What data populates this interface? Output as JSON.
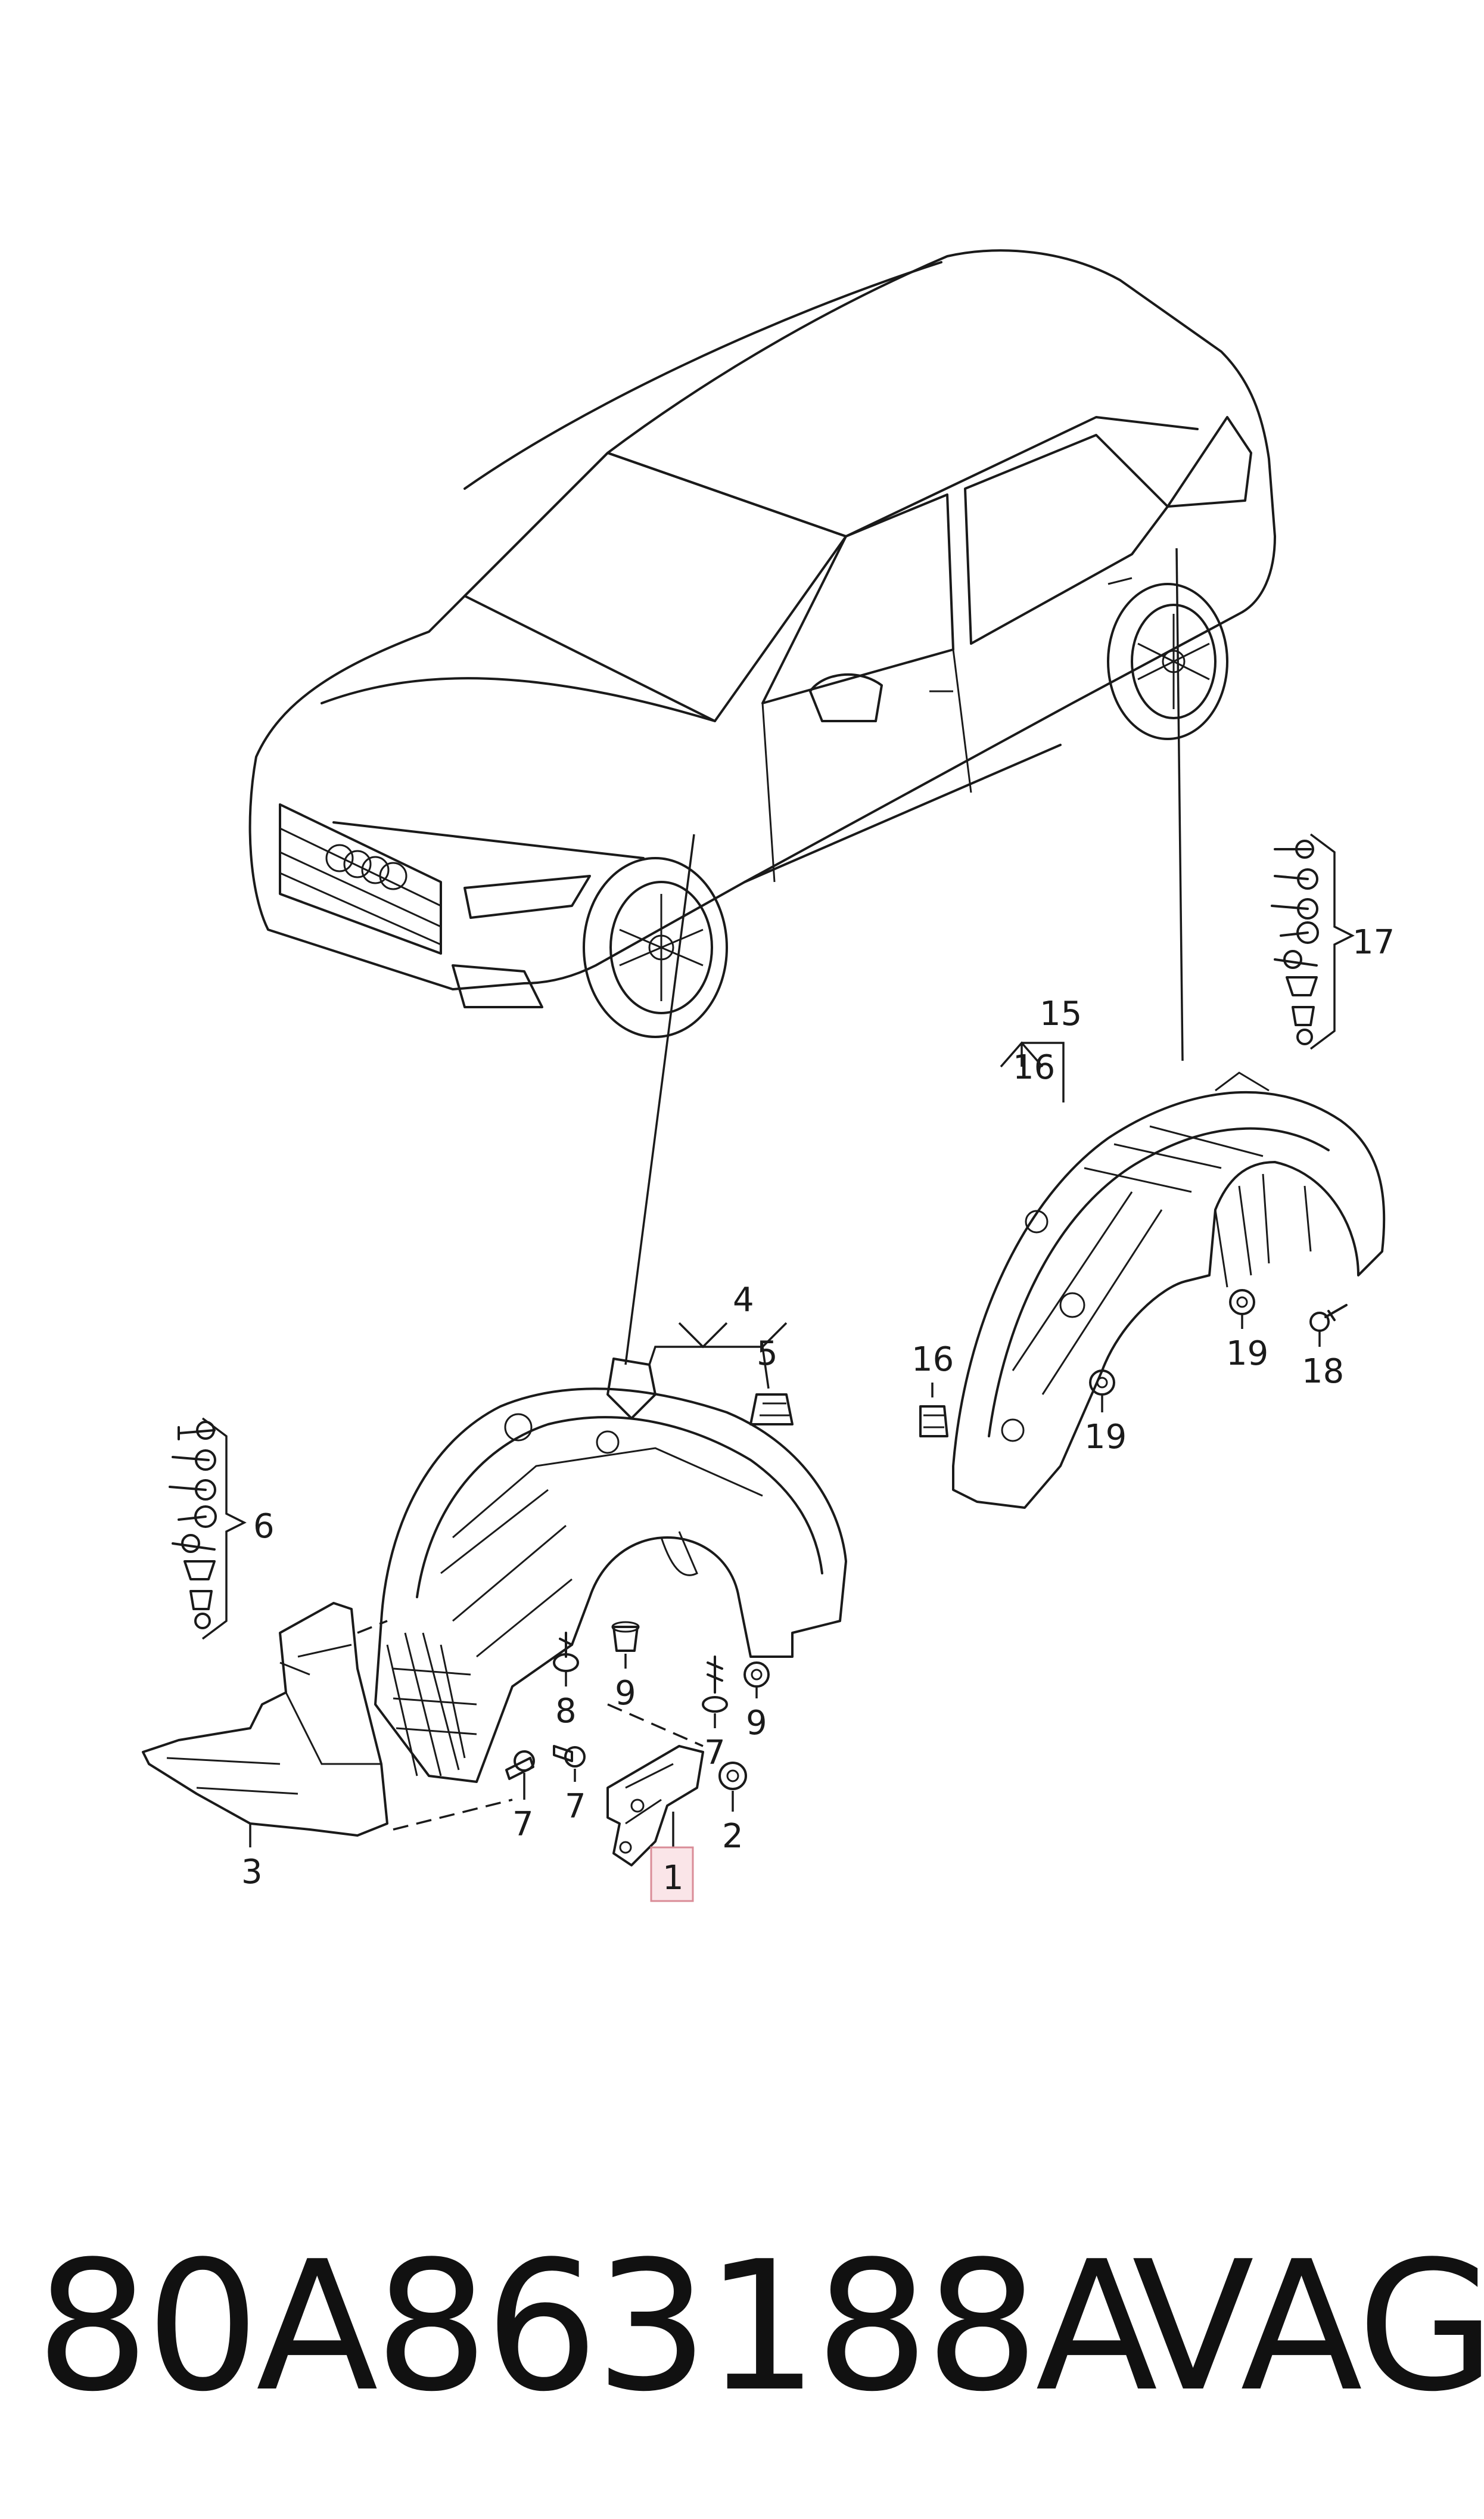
{
  "callouts": {
    "c1": "1",
    "c2": "2",
    "c3": "3",
    "c4": "4",
    "c5": "5",
    "c6": "6",
    "c7a": "7",
    "c7b": "7",
    "c7c": "7",
    "c8": "8",
    "c9a": "9",
    "c9b": "9",
    "c15": "15",
    "c16a": "16",
    "c16b": "16",
    "c17": "17",
    "c18": "18",
    "c19a": "19",
    "c19b": "19"
  },
  "highlighted_callout": "1",
  "highlight_color": "#f4c6cc",
  "footer": {
    "part_number": "80A863188A",
    "brand": "VAG"
  }
}
